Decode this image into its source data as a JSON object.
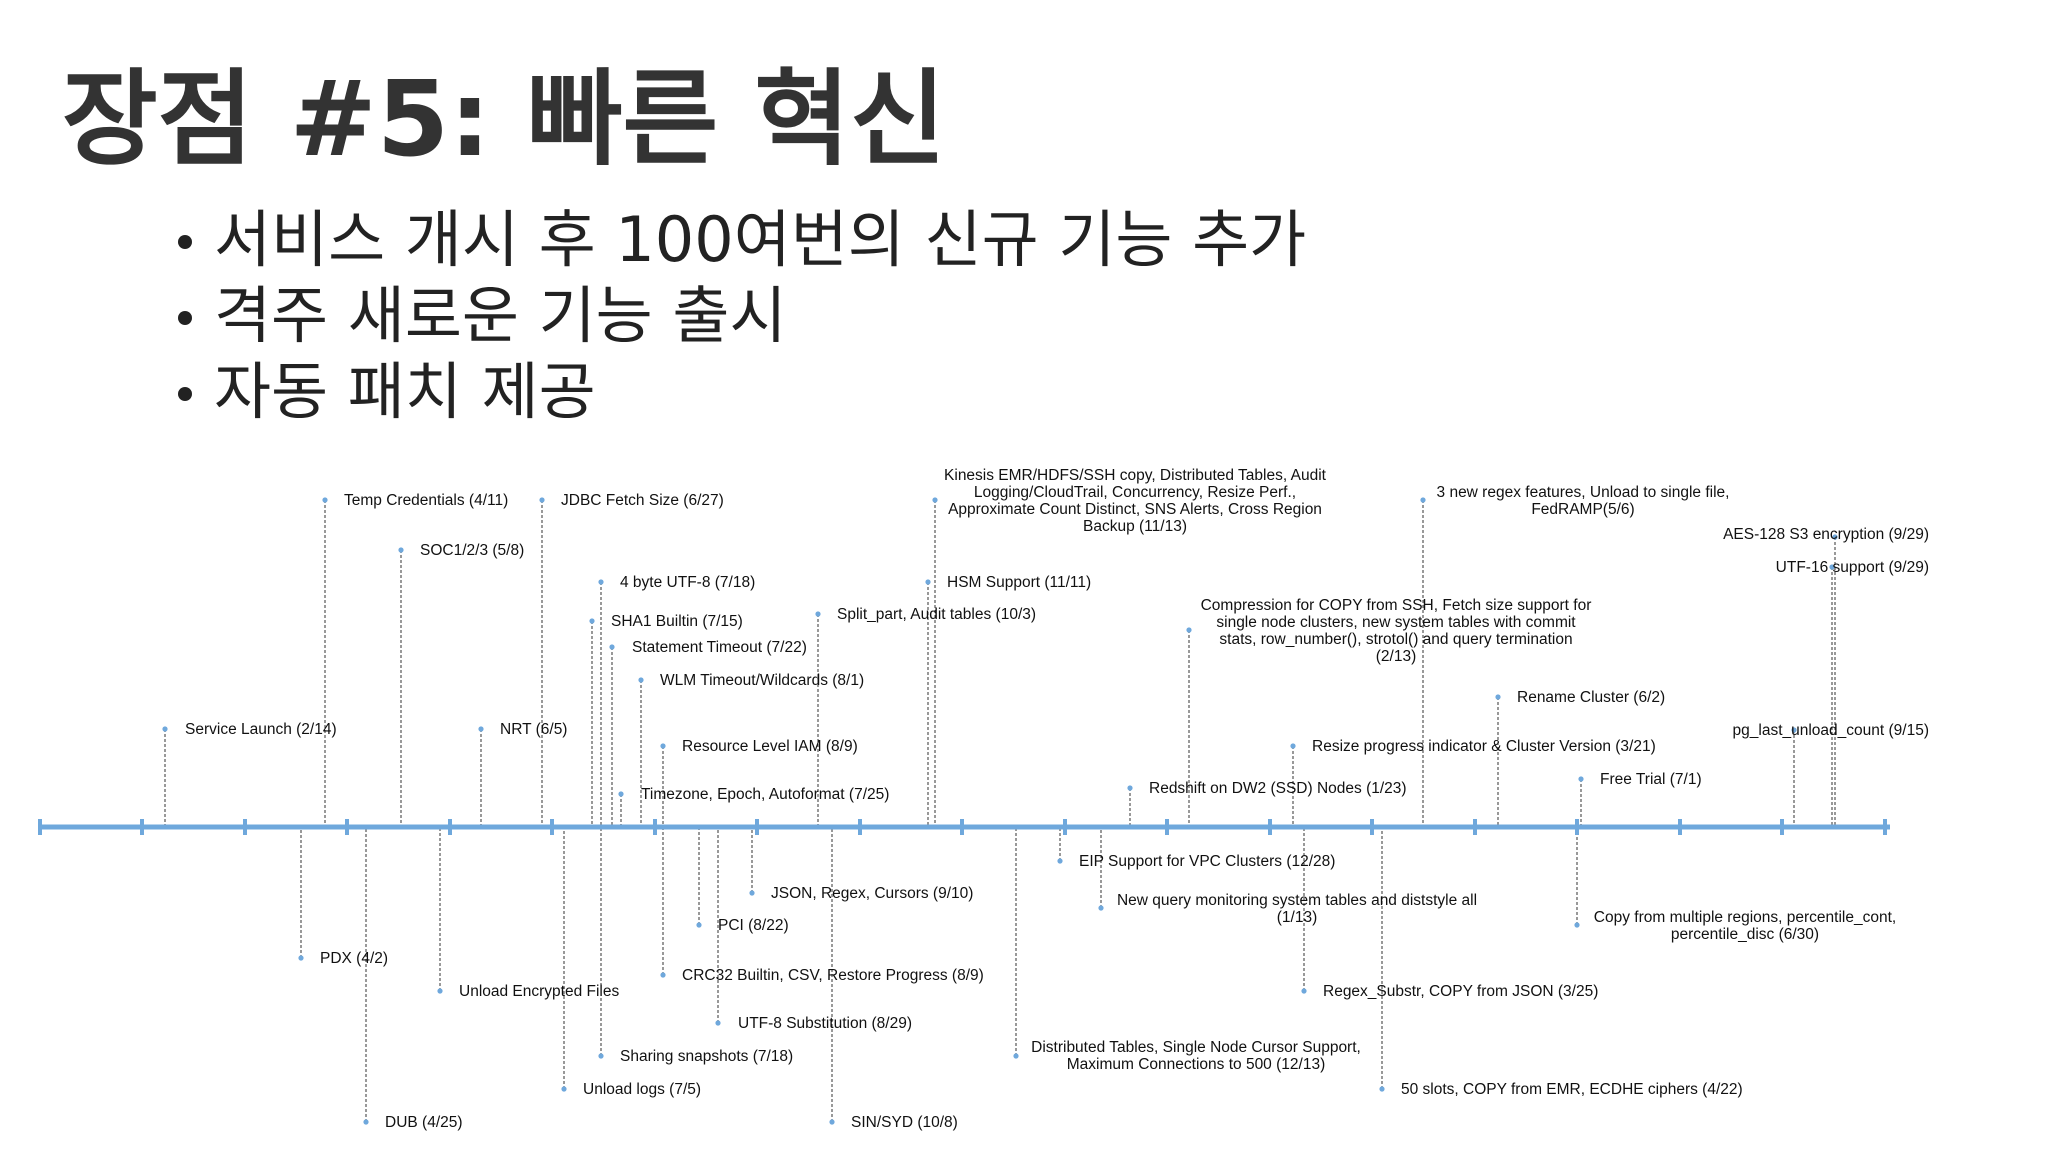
{
  "slide": {
    "title": "장점 #5: 빠른 혁신",
    "bullets": [
      "서비스 개시 후 100여번의 신규 기능 추가",
      "격주 새로운 기능 출시",
      "자동 패치 제공"
    ]
  },
  "colors": {
    "axis": "#6fa8dc",
    "leader": "#333333",
    "dot": "#6fa8dc",
    "text": "#111111"
  },
  "timeline": {
    "events": [
      {
        "lines": [
          "Service Launch (2/14)"
        ],
        "anchor": "start"
      },
      {
        "lines": [
          "Temp Credentials (4/11)"
        ],
        "anchor": "start"
      },
      {
        "lines": [
          "SOC1/2/3 (5/8)"
        ],
        "anchor": "start"
      },
      {
        "lines": [
          "NRT (6/5)"
        ],
        "anchor": "start"
      },
      {
        "lines": [
          "JDBC Fetch Size (6/27)"
        ],
        "anchor": "start"
      },
      {
        "lines": [
          "4 byte UTF-8 (7/18)"
        ],
        "anchor": "start"
      },
      {
        "lines": [
          "SHA1 Builtin (7/15)"
        ],
        "anchor": "start"
      },
      {
        "lines": [
          "Statement Timeout (7/22)"
        ],
        "anchor": "start"
      },
      {
        "lines": [
          "WLM Timeout/Wildcards (8/1)"
        ],
        "anchor": "start"
      },
      {
        "lines": [
          "Resource Level IAM (8/9)"
        ],
        "anchor": "start"
      },
      {
        "lines": [
          "Timezone, Epoch, Autoformat (7/25)"
        ],
        "anchor": "start"
      },
      {
        "lines": [
          "Split_part, Audit tables (10/3)"
        ],
        "anchor": "start"
      },
      {
        "lines": [
          "Kinesis EMR/HDFS/SSH copy, Distributed Tables, Audit",
          "Logging/CloudTrail, Concurrency, Resize Perf.,",
          "Approximate Count Distinct, SNS Alerts, Cross Region",
          "Backup (11/13)"
        ],
        "anchor": "middle"
      },
      {
        "lines": [
          "HSM Support (11/11)"
        ],
        "anchor": "start"
      },
      {
        "lines": [
          "Compression for COPY from SSH, Fetch size support for",
          "single node clusters, new system tables with commit",
          "stats, row_number(), strotol() and query termination",
          "(2/13)"
        ],
        "anchor": "middle"
      },
      {
        "lines": [
          "Redshift on DW2 (SSD) Nodes (1/23)"
        ],
        "anchor": "start"
      },
      {
        "lines": [
          "Resize progress indicator & Cluster Version (3/21)"
        ],
        "anchor": "start"
      },
      {
        "lines": [
          "3 new regex features, Unload to single file,",
          "FedRAMP(5/6)"
        ],
        "anchor": "middle"
      },
      {
        "lines": [
          "Rename Cluster (6/2)"
        ],
        "anchor": "start"
      },
      {
        "lines": [
          "Free Trial (7/1)"
        ],
        "anchor": "start"
      },
      {
        "lines": [
          "AES-128 S3 encryption (9/29)"
        ],
        "anchor": "end"
      },
      {
        "lines": [
          "UTF-16 support (9/29)"
        ],
        "anchor": "end"
      },
      {
        "lines": [
          "pg_last_unload_count (9/15)"
        ],
        "anchor": "end"
      },
      {
        "lines": [
          "PDX (4/2)"
        ],
        "anchor": "start"
      },
      {
        "lines": [
          "DUB (4/25)"
        ],
        "anchor": "start"
      },
      {
        "lines": [
          "Unload Encrypted Files"
        ],
        "anchor": "start"
      },
      {
        "lines": [
          "Unload logs (7/5)"
        ],
        "anchor": "start"
      },
      {
        "lines": [
          "Sharing snapshots (7/18)"
        ],
        "anchor": "start"
      },
      {
        "lines": [
          "CRC32 Builtin, CSV, Restore Progress (8/9)"
        ],
        "anchor": "start"
      },
      {
        "lines": [
          "PCI (8/22)"
        ],
        "anchor": "start"
      },
      {
        "lines": [
          "UTF-8 Substitution (8/29)"
        ],
        "anchor": "start"
      },
      {
        "lines": [
          "JSON, Regex, Cursors (9/10)"
        ],
        "anchor": "start"
      },
      {
        "lines": [
          "SIN/SYD (10/8)"
        ],
        "anchor": "start"
      },
      {
        "lines": [
          "Distributed Tables, Single Node Cursor Support,",
          "Maximum Connections to 500 (12/13)"
        ],
        "anchor": "middle"
      },
      {
        "lines": [
          "EIP Support for VPC Clusters (12/28)"
        ],
        "anchor": "start"
      },
      {
        "lines": [
          "New query monitoring system tables and diststyle all",
          "(1/13)"
        ],
        "anchor": "middle"
      },
      {
        "lines": [
          "Regex_Substr, COPY from JSON (3/25)"
        ],
        "anchor": "start"
      },
      {
        "lines": [
          "50 slots, COPY from EMR, ECDHE ciphers (4/22)"
        ],
        "anchor": "start"
      },
      {
        "lines": [
          "Copy from multiple regions, percentile_cont,",
          "percentile_disc (6/30)"
        ],
        "anchor": "middle"
      }
    ]
  }
}
